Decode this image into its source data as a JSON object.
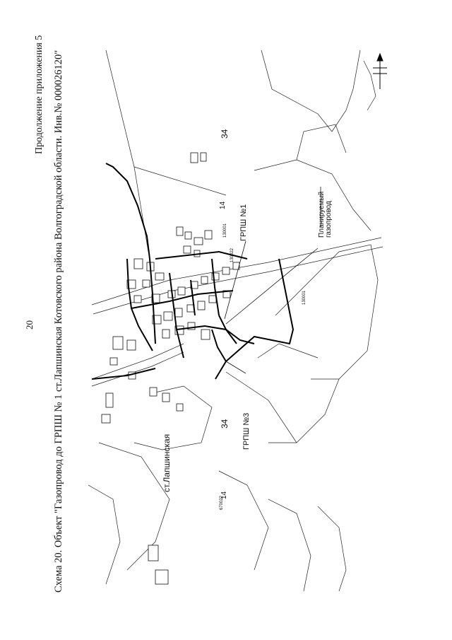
{
  "header": {
    "page_number": "20",
    "appendix_note": "Продолжение приложения 5"
  },
  "caption": {
    "line1": "Схема 20. Объект \"Газопровод до ГРПШ № 1 ст.Лапшинская Котовского района Волгоградской области. Инв.№ 000026120\"",
    "line2": ""
  },
  "map": {
    "labels": {
      "settlement": "ст.Лапшинская",
      "grpsh1": "ГРПШ №1",
      "grpsh3": "ГРПШ №3",
      "planned_gas_line_1": "Планируемый",
      "planned_gas_line_2": "газопровод",
      "block_34_a": "34",
      "block_34_b": "34",
      "block_14_a": "14",
      "block_14_b": "14",
      "cadastral_a": "130001",
      "cadastral_b": "670022",
      "cadastral_c": "130022",
      "cadastral_d": "130001"
    },
    "colors": {
      "ink": "#111111",
      "pipe": "#000000"
    }
  }
}
